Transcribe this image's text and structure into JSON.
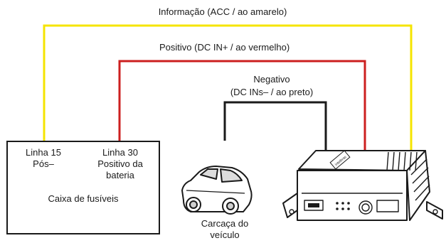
{
  "wires": {
    "info_label": "Informação (ACC / ao amarelo)",
    "positive_label": "Positivo (DC IN+ / ao vermelho)",
    "negative_label_line1": "Negativo",
    "negative_label_line2": "(DC INs– / ao preto)",
    "yellow_color": "#f5e400",
    "red_color": "#cc1f1f",
    "black_color": "#1a1a1a"
  },
  "fuse_box": {
    "terminal_1_line1": "Linha 15",
    "terminal_1_line2": "Pós–",
    "terminal_2_line1": "Linha 30",
    "terminal_2_line2": "Positivo da",
    "terminal_2_line3": "bateria",
    "title": "Caixa de fusíveis"
  },
  "vehicle": {
    "caption_line1": "Carcaça do",
    "caption_line2": "veículo"
  },
  "device": {
    "brand_badge": "intelbras"
  }
}
